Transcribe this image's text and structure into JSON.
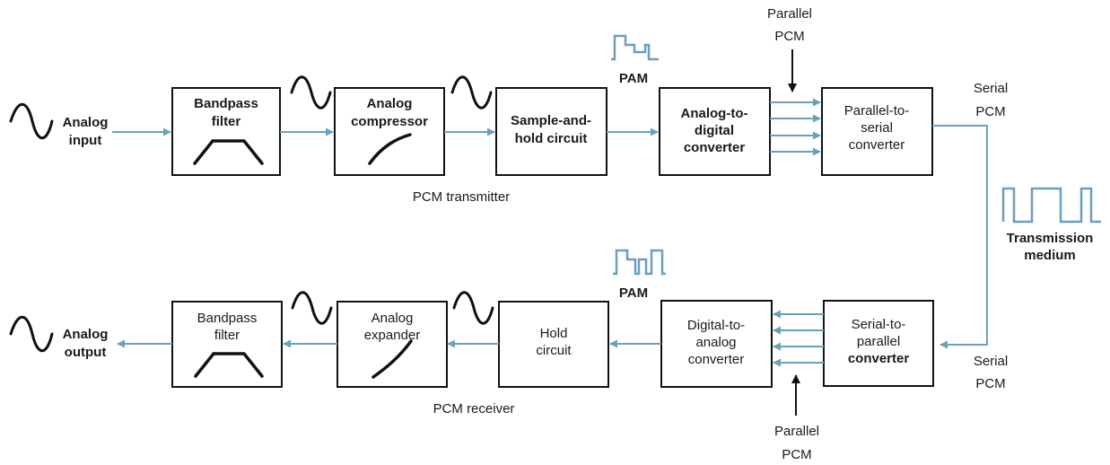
{
  "colors": {
    "signal_line": "#6a9fbd",
    "box_stroke": "#111111",
    "text": "#1a1a1a"
  },
  "transmitter": {
    "analog_input": [
      "Analog",
      "input"
    ],
    "bandpass_filter": [
      "Bandpass",
      "filter"
    ],
    "analog_compressor": [
      "Analog",
      "compressor"
    ],
    "sample_and_hold": [
      "Sample-and-",
      "hold circuit"
    ],
    "pam": "PAM",
    "adc": [
      "Analog-to-",
      "digital",
      "converter"
    ],
    "parallel_pcm": [
      "Parallel",
      "PCM"
    ],
    "parallel_to_serial": [
      "Parallel-to-",
      "serial",
      "converter"
    ],
    "serial_pcm": [
      "Serial",
      "PCM"
    ],
    "caption": "PCM transmitter"
  },
  "medium": [
    "Transmission",
    "medium"
  ],
  "receiver": {
    "analog_output": [
      "Analog",
      "output"
    ],
    "bandpass_filter": [
      "Bandpass",
      "filter"
    ],
    "analog_expander": [
      "Analog",
      "expander"
    ],
    "hold_circuit": [
      "Hold",
      "circuit"
    ],
    "pam": "PAM",
    "dac": [
      "Digital-to-",
      "analog",
      "converter"
    ],
    "serial_to_parallel": [
      "Serial-to-",
      "parallel",
      "converter"
    ],
    "serial_pcm": [
      "Serial",
      "PCM"
    ],
    "parallel_pcm": [
      "Parallel",
      "PCM"
    ],
    "caption": "PCM receiver"
  },
  "icons": [
    "sine-wave-icon",
    "bandpass-response-icon",
    "compressor-curve-icon",
    "expander-curve-icon",
    "pam-pulses-icon",
    "serial-pulse-train-icon"
  ]
}
